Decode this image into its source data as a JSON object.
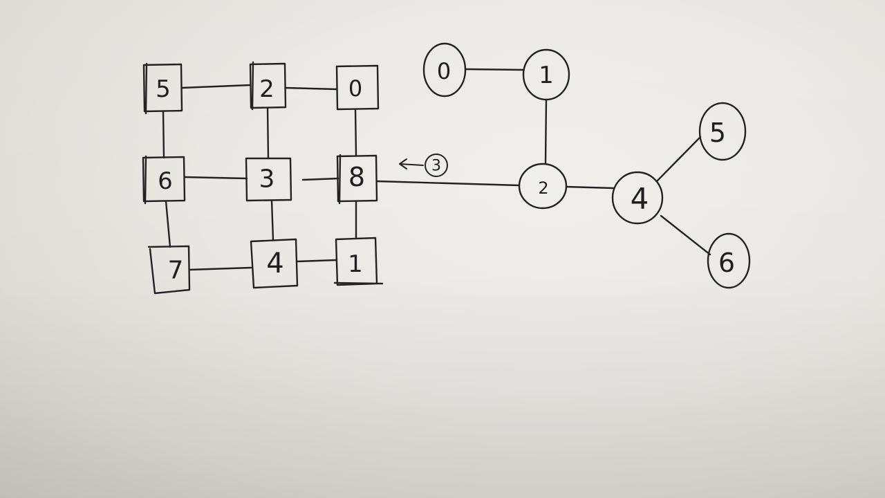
{
  "grid": {
    "cells": [
      {
        "id": "g-5",
        "label": "5"
      },
      {
        "id": "g-2",
        "label": "2"
      },
      {
        "id": "g-0",
        "label": "0"
      },
      {
        "id": "g-6",
        "label": "6"
      },
      {
        "id": "g-3",
        "label": "3"
      },
      {
        "id": "g-8",
        "label": "8"
      },
      {
        "id": "g-7",
        "label": "7"
      },
      {
        "id": "g-4",
        "label": "4"
      },
      {
        "id": "g-1",
        "label": "1"
      }
    ]
  },
  "tree": {
    "nodes": [
      {
        "id": "t-0",
        "label": "0"
      },
      {
        "id": "t-1",
        "label": "1"
      },
      {
        "id": "t-2",
        "label": "2"
      },
      {
        "id": "t-4",
        "label": "4"
      },
      {
        "id": "t-5",
        "label": "5"
      },
      {
        "id": "t-6",
        "label": "6"
      }
    ]
  },
  "annotation": {
    "label": "3"
  },
  "edges": [
    [
      "g-5",
      "g-2"
    ],
    [
      "g-2",
      "g-0"
    ],
    [
      "g-6",
      "g-3"
    ],
    [
      "g-3",
      "g-8"
    ],
    [
      "g-7",
      "g-4"
    ],
    [
      "g-4",
      "g-1"
    ],
    [
      "g-5",
      "g-6"
    ],
    [
      "g-6",
      "g-7"
    ],
    [
      "g-2",
      "g-3"
    ],
    [
      "g-3",
      "g-4"
    ],
    [
      "g-0",
      "g-8"
    ],
    [
      "g-8",
      "g-1"
    ],
    [
      "g-8",
      "t-2"
    ],
    [
      "t-0",
      "t-1"
    ],
    [
      "t-1",
      "t-2"
    ],
    [
      "t-2",
      "t-4"
    ],
    [
      "t-4",
      "t-5"
    ],
    [
      "t-4",
      "t-6"
    ]
  ]
}
